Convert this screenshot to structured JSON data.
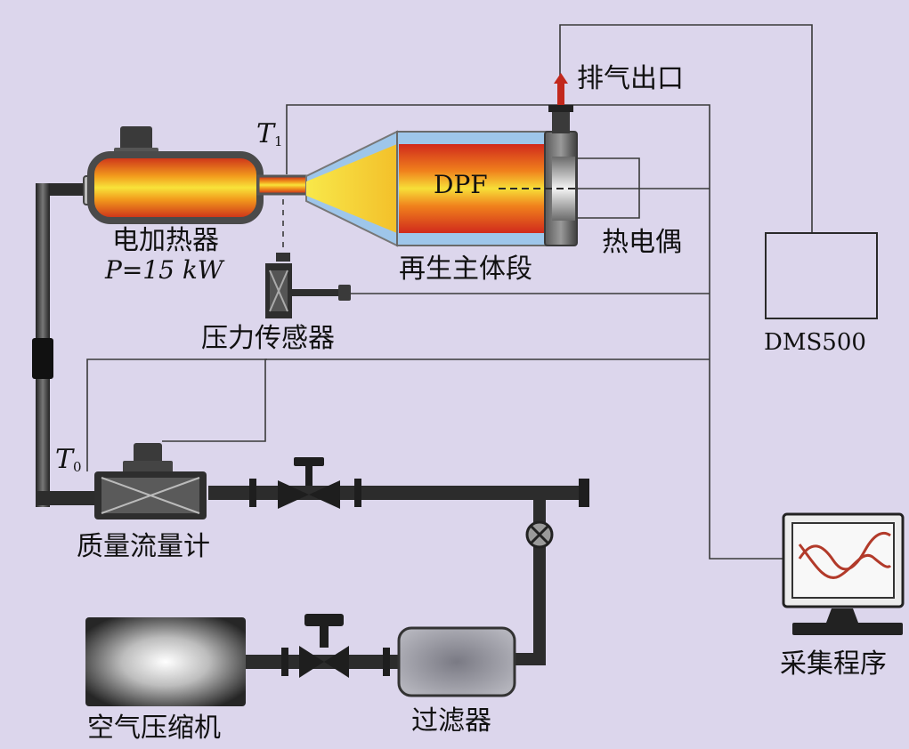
{
  "labels": {
    "exhaust_outlet": "排气出口",
    "t1_symbol": "T",
    "t1_subscript": "1",
    "dpf": "DPF",
    "electric_heater": "电加热器",
    "heater_power": "P=15 kW",
    "regeneration_body": "再生主体段",
    "thermocouple": "热电偶",
    "pressure_sensor": "压力传感器",
    "dms500": "DMS500",
    "t0_symbol": "T",
    "t0_subscript": "0",
    "mass_flow_meter": "质量流量计",
    "acquisition_program": "采集程序",
    "air_compressor": "空气压缩机",
    "filter": "过滤器"
  },
  "colors": {
    "background": "#dcd6ec",
    "pipe": "#2a2a2a",
    "signal_line": "#3a3a3a",
    "heat_hot": "#d0261b",
    "heat_mid": "#f59a1f",
    "heat_core": "#f6e23a",
    "shell": "#5a5a5a",
    "insulation": "#9ec6ea",
    "exhaust_arrow": "#c2281c"
  }
}
